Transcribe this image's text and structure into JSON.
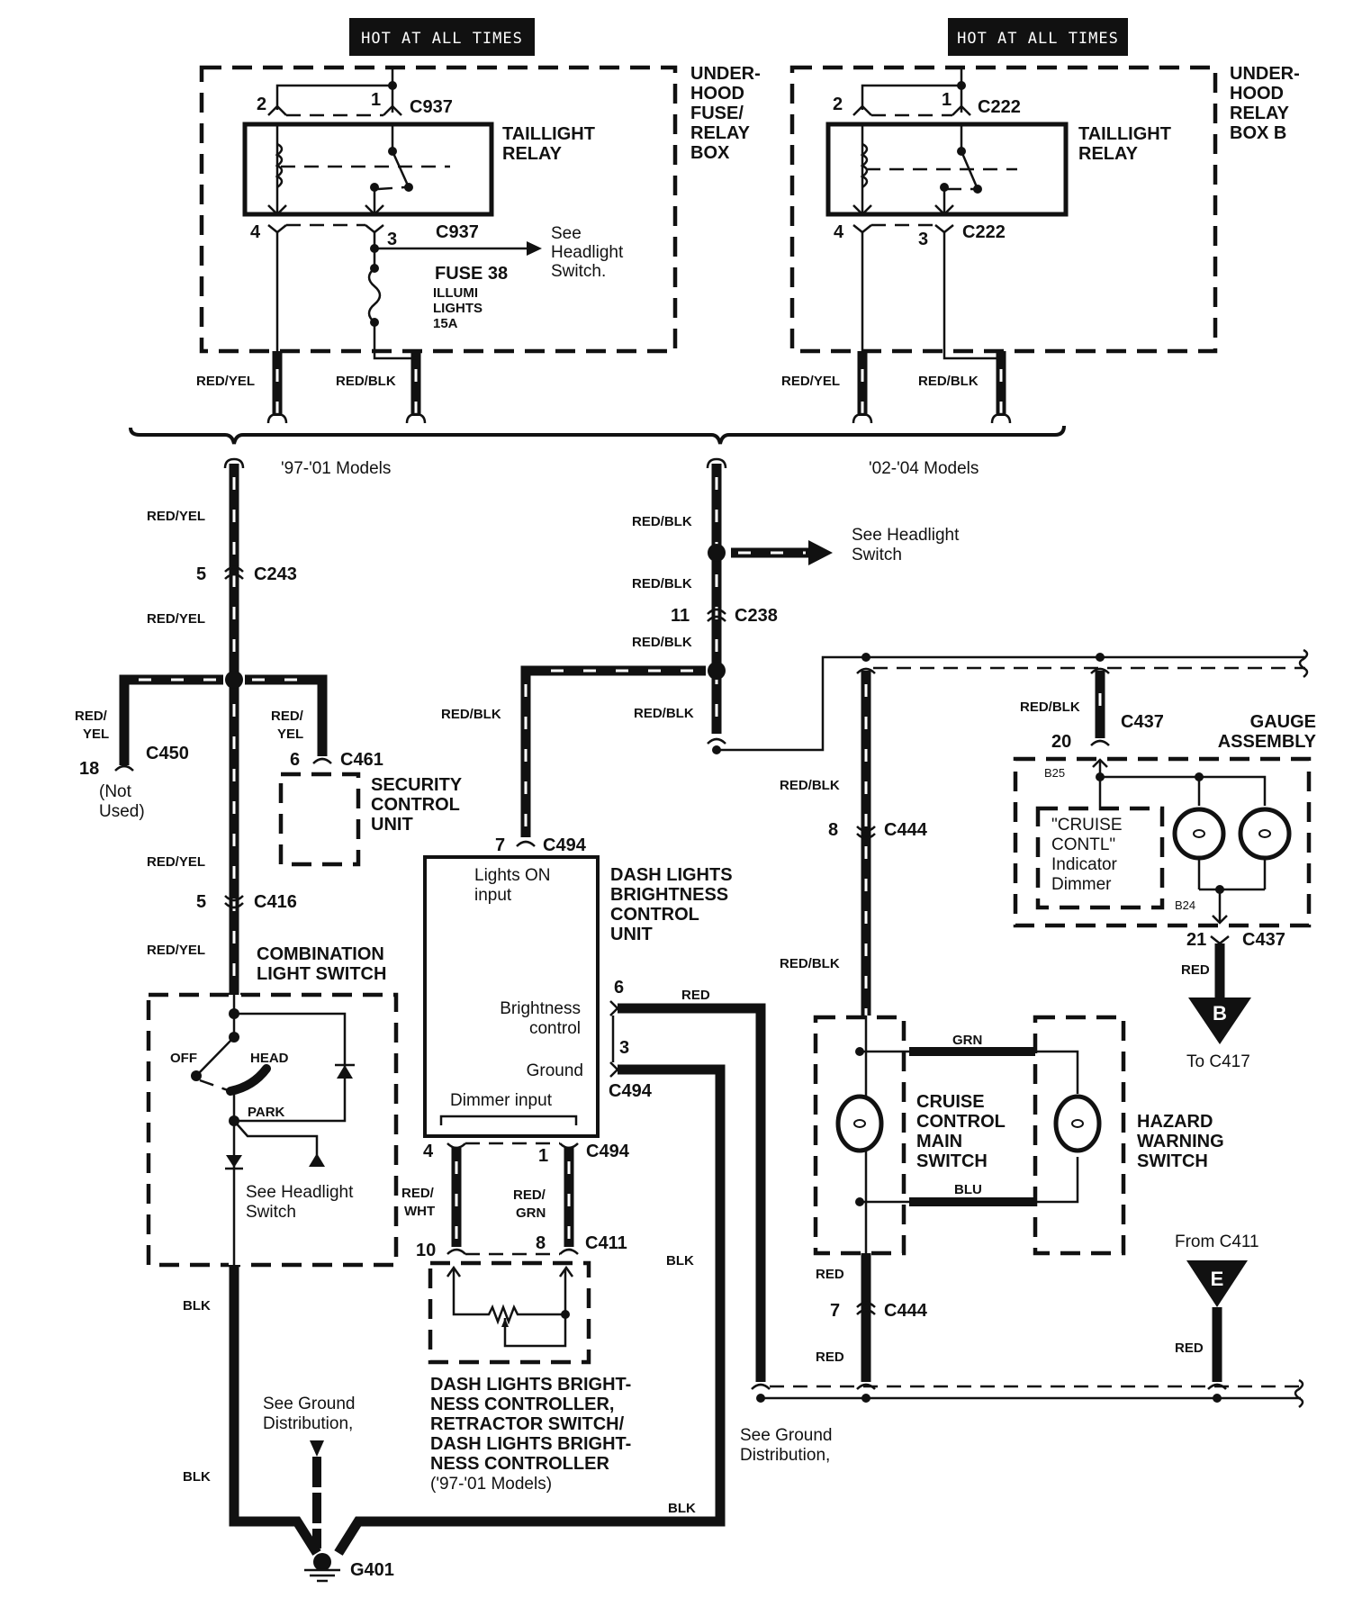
{
  "headers": {
    "left_hot": "HOT AT ALL TIMES",
    "right_hot": "HOT AT ALL TIMES"
  },
  "fuse_box_left": {
    "title": [
      "UNDER-",
      "HOOD",
      "FUSE/",
      "RELAY",
      "BOX"
    ],
    "relay": [
      "TAILLIGHT",
      "RELAY"
    ],
    "connector_top": "C937",
    "connector_bottom": "C937",
    "pins": {
      "p1": "1",
      "p2": "2",
      "p3": "3",
      "p4": "4"
    },
    "fuse": {
      "name": "FUSE 38",
      "desc": [
        "ILLUMI",
        "LIGHTS",
        "15A"
      ]
    },
    "see_headlight": [
      "See",
      "Headlight",
      "Switch."
    ],
    "wire_left": "RED/YEL",
    "wire_right": "RED/BLK"
  },
  "relay_box_right": {
    "title": [
      "UNDER-",
      "HOOD",
      "RELAY",
      "BOX B"
    ],
    "relay": [
      "TAILLIGHT",
      "RELAY"
    ],
    "connector_top": "C222",
    "connector_bottom": "C222",
    "pins": {
      "p1": "1",
      "p2": "2",
      "p3": "3",
      "p4": "4"
    },
    "wire_left": "RED/YEL",
    "wire_right": "RED/BLK"
  },
  "model_labels": {
    "left": "'97-'01 Models",
    "right": "'02-'04 Models"
  },
  "left_branch": {
    "wire1": "RED/YEL",
    "c243": {
      "pin": "5",
      "name": "C243"
    },
    "wire2": "RED/YEL",
    "c450": {
      "pin": "18",
      "name": "C450",
      "wire": [
        "RED/",
        "YEL"
      ],
      "note": [
        "(Not",
        "Used)"
      ]
    },
    "c461": {
      "pin": "6",
      "name": "C461",
      "wire": [
        "RED/",
        "YEL"
      ]
    },
    "security": [
      "SECURITY",
      "CONTROL",
      "UNIT"
    ],
    "wire3": "RED/YEL",
    "c416": {
      "pin": "5",
      "name": "C416"
    },
    "wire4": "RED/YEL",
    "combo_switch": {
      "title": [
        "COMBINATION",
        "LIGHT SWITCH"
      ],
      "off": "OFF",
      "head": "HEAD",
      "park": "PARK",
      "see_headlight": [
        "See Headlight",
        "Switch"
      ]
    },
    "wire_blk1": "BLK",
    "wire_blk2": "BLK",
    "see_ground": [
      "See Ground",
      "Distribution,"
    ],
    "ground": "G401"
  },
  "center_branch": {
    "wire1": "RED/BLK",
    "see_headlight": [
      "See Headlight",
      "Switch"
    ],
    "wire2": "RED/BLK",
    "c238": {
      "pin": "11",
      "name": "C238"
    },
    "wire3": "RED/BLK",
    "wire4": "RED/BLK",
    "wire5": "RED/BLK",
    "c494_top": {
      "pin": "7",
      "name": "C494"
    },
    "unit": {
      "title": [
        "DASH LIGHTS",
        "BRIGHTNESS",
        "CONTROL",
        "UNIT"
      ],
      "lights_on": [
        "Lights ON",
        "input"
      ],
      "brightness": [
        "Brightness",
        "control"
      ],
      "ground": "Ground",
      "dimmer": "Dimmer input"
    },
    "pin6": "6",
    "pin3": "3",
    "c494_right": "C494",
    "wire_red": "RED",
    "wire_blk": "BLK",
    "wire_blk_bottom": "BLK",
    "c494_bottom": {
      "pin_left": "4",
      "pin_right": "1",
      "name": "C494"
    },
    "wire_red_wht": [
      "RED/",
      "WHT"
    ],
    "wire_red_grn": [
      "RED/",
      "GRN"
    ],
    "c411": {
      "pin_left": "10",
      "pin_right": "8",
      "name": "C411"
    },
    "controller_title": [
      "DASH LIGHTS BRIGHT-",
      "NESS CONTROLLER,",
      "RETRACTOR SWITCH/",
      "DASH LIGHTS BRIGHT-",
      "NESS CONTROLLER"
    ],
    "controller_models": "('97-'01 Models)",
    "see_ground": [
      "See Ground",
      "Distribution,"
    ]
  },
  "right_branch": {
    "wire1": "RED/BLK",
    "c444_top": {
      "pin": "8",
      "name": "C444"
    },
    "wire2": "RED/BLK",
    "c437_top": {
      "pin": "20",
      "name": "C437",
      "wire": "RED/BLK"
    },
    "gauge": {
      "title": [
        "GAUGE",
        "ASSEMBLY"
      ],
      "b25": "B25",
      "b24": "B24",
      "dimmer": [
        "\"CRUISE",
        "CONTL\"",
        "Indicator",
        "Dimmer"
      ]
    },
    "c437_bottom": {
      "pin": "21",
      "name": "C437",
      "wire": "RED"
    },
    "to_b": {
      "letter": "B",
      "label": "To C417"
    },
    "cruise_switch": [
      "CRUISE",
      "CONTROL",
      "MAIN",
      "SWITCH"
    ],
    "hazard_switch": [
      "HAZARD",
      "WARNING",
      "SWITCH"
    ],
    "wire_grn": "GRN",
    "wire_blu": "BLU",
    "wire_red1": "RED",
    "c444_bottom": {
      "pin": "7",
      "name": "C444"
    },
    "wire_red2": "RED",
    "from_e": {
      "letter": "E",
      "label": "From C411",
      "wire": "RED"
    }
  }
}
